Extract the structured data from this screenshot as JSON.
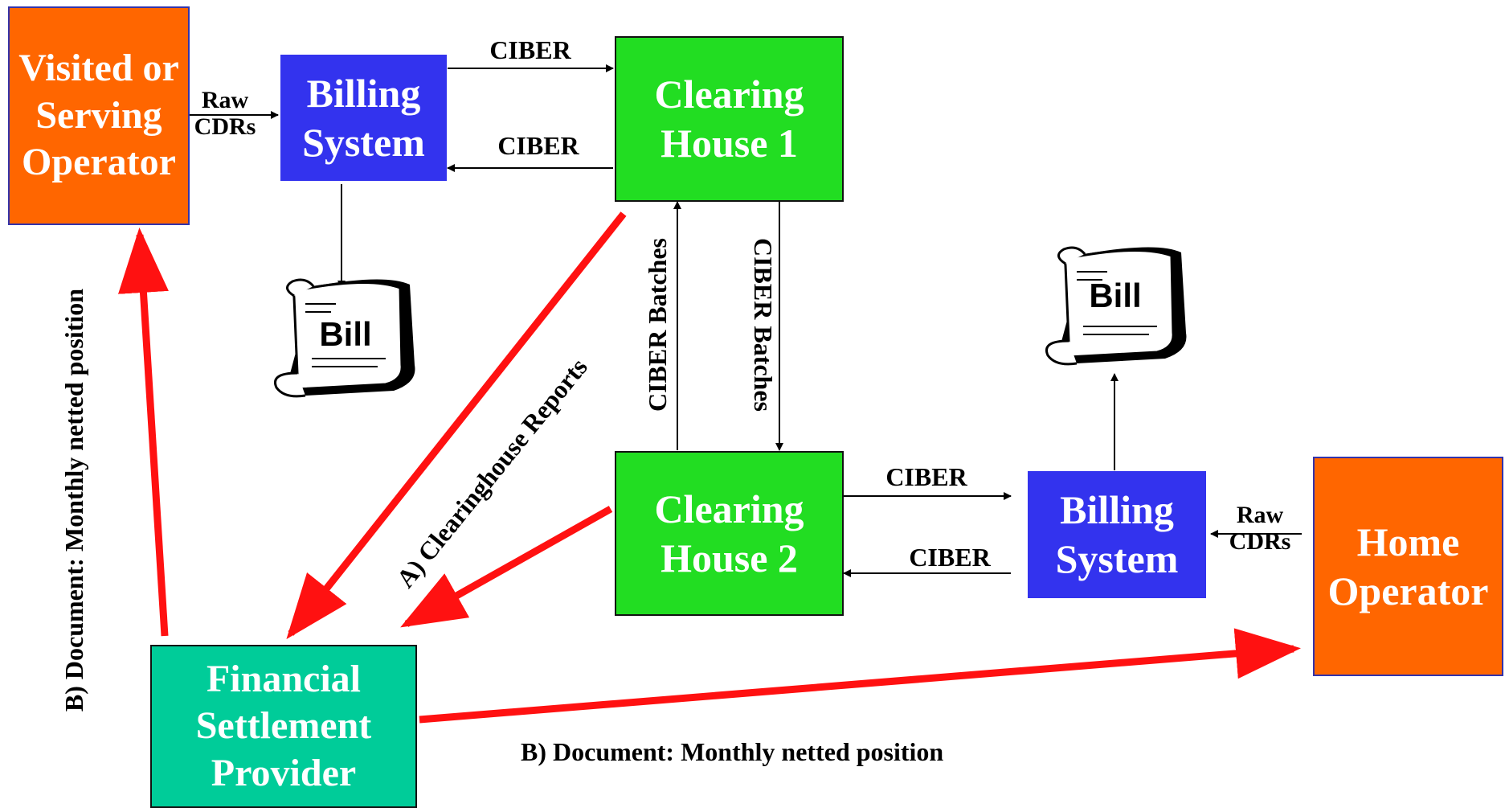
{
  "nodes": {
    "visited_operator": "Visited or\nServing\nOperator",
    "billing_system_visited": "Billing\nSystem",
    "clearing_house_1": "Clearing\nHouse 1",
    "clearing_house_2": "Clearing\nHouse 2",
    "billing_system_home": "Billing\nSystem",
    "home_operator": "Home\nOperator",
    "financial_settlement_provider": "Financial\nSettlement\nProvider"
  },
  "edge_labels": {
    "raw_cdrs_visited": "Raw\nCDRs",
    "raw_cdrs_home": "Raw\nCDRs",
    "ciber_bs1_to_ch1": "CIBER",
    "ciber_ch1_to_bs1": "CIBER",
    "ciber_ch2_to_bs2": "CIBER",
    "ciber_bs2_to_ch2": "CIBER",
    "ciber_batches_up": "CIBER Batches",
    "ciber_batches_down": "CIBER Batches",
    "clearinghouse_reports": "A) Clearinghouse Reports",
    "monthly_netted_vertical": "B) Document: Monthly netted position",
    "monthly_netted_horizontal": "B) Document: Monthly netted position"
  },
  "bills": {
    "bill_visited": "Bill",
    "bill_home": "Bill"
  },
  "colors": {
    "operator": "#ff6600",
    "billing_system": "#3333ee",
    "clearing_house": "#22dd22",
    "settlement_provider": "#00cc99",
    "settlement_arrow": "#ff1111"
  }
}
